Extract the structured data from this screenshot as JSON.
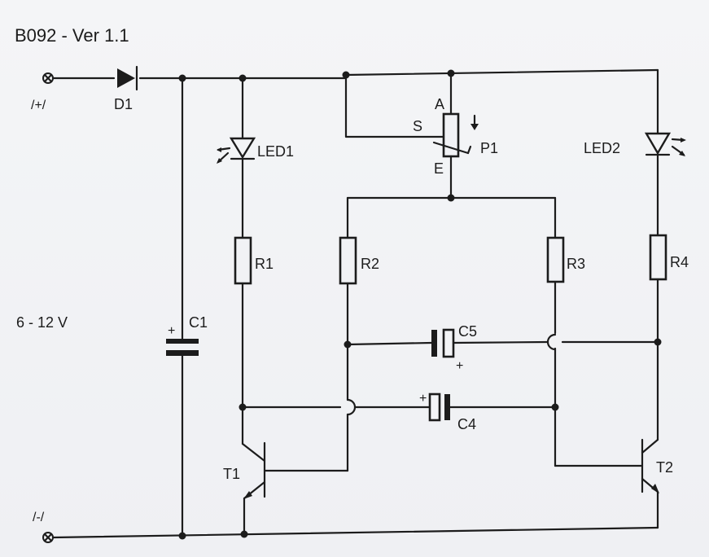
{
  "title": "B092 - Ver 1.1",
  "supply_range": "6 - 12 V",
  "terminals": {
    "positive": "/+/",
    "negative": "/-/"
  },
  "components": {
    "d1": "D1",
    "c1": "C1",
    "led1": "LED1",
    "led2": "LED2",
    "p1": "P1",
    "p1_a": "A",
    "p1_s": "S",
    "p1_e": "E",
    "r1": "R1",
    "r2": "R2",
    "r3": "R3",
    "r4": "R4",
    "c4": "C4",
    "c5": "C5",
    "t1": "T1",
    "t2": "T2",
    "plus_mark": "+"
  }
}
